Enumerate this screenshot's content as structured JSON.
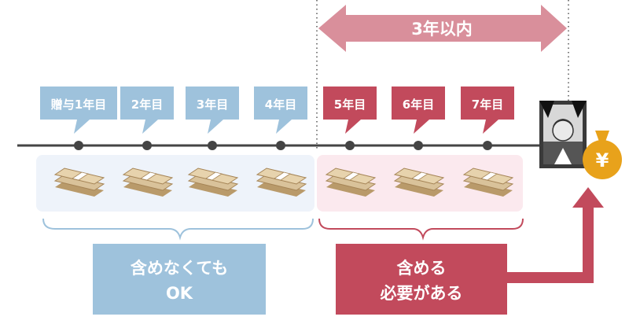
{
  "range": {
    "label": "3年以内"
  },
  "years": [
    {
      "label": "贈与1年目",
      "group": "blue"
    },
    {
      "label": "2年目",
      "group": "blue"
    },
    {
      "label": "3年目",
      "group": "blue"
    },
    {
      "label": "4年目",
      "group": "blue"
    },
    {
      "label": "5年目",
      "group": "red"
    },
    {
      "label": "6年目",
      "group": "red"
    },
    {
      "label": "7年目",
      "group": "red"
    }
  ],
  "boxes": {
    "ok": {
      "line1": "含めなくても",
      "line2": "OK"
    },
    "need": {
      "line1": "含める",
      "line2": "必要がある"
    }
  },
  "yen": {
    "symbol": "¥"
  },
  "colors": {
    "blue": "#9ec2dc",
    "blueBg": "#eef3fa",
    "red": "#c24a5c",
    "redBg": "#fbe9ee",
    "arrowRed": "#d98f9b",
    "line": "#444444",
    "gold": "#e8a21b",
    "bill": "#d9c29a"
  }
}
